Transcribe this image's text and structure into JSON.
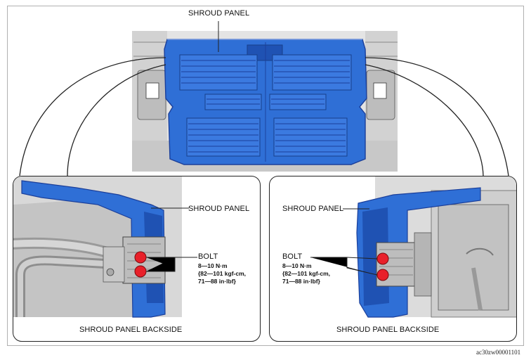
{
  "top_label": "SHROUD PANEL",
  "left_callout": {
    "panel_label": "SHROUD PANEL",
    "bolt_label": "BOLT",
    "torque_lines": [
      "8—10 N·m",
      "{82—101 kgf-cm,",
      "71—88 in·lbf}"
    ],
    "caption": "SHROUD PANEL BACKSIDE"
  },
  "right_callout": {
    "panel_label": "SHROUD PANEL",
    "bolt_label": "BOLT",
    "torque_lines": [
      "8—10 N·m",
      "{82—101 kgf-cm,",
      "71—88 in·lbf}"
    ],
    "caption": "SHROUD PANEL BACKSIDE"
  },
  "figure_code": "ac30zw00001101",
  "colors": {
    "shroud_blue": "#2f6fd6",
    "shroud_blue_dark": "#1b3f9a",
    "bolt_red": "#e8202a",
    "metal_gray": "#c9c9c9"
  }
}
